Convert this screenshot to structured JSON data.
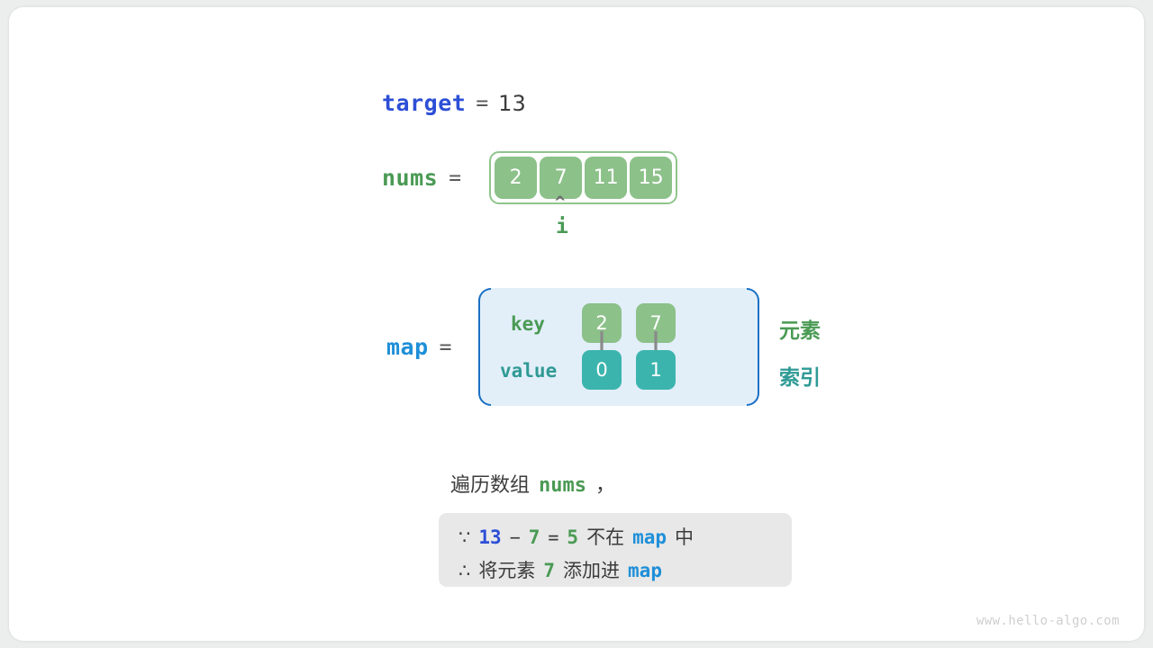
{
  "target": {
    "label": "target",
    "equals": "=",
    "value": "13"
  },
  "nums": {
    "label": "nums",
    "equals": "=",
    "cells": [
      "2",
      "7",
      "11",
      "15"
    ]
  },
  "pointer": {
    "caret": "^",
    "label": "i",
    "at_index": 1
  },
  "map": {
    "label": "map",
    "equals": "=",
    "key_row_label": "key",
    "value_row_label": "value",
    "entries": [
      {
        "key": "2",
        "value": "0"
      },
      {
        "key": "7",
        "value": "1"
      }
    ],
    "legend_key": "元素",
    "legend_value": "索引"
  },
  "caption": {
    "text_before": "遍历数组",
    "code": "nums",
    "text_after": "，"
  },
  "note": {
    "line1": {
      "symbol": "∵",
      "a": "13",
      "operator": "−",
      "b": "7",
      "equals": "=",
      "result": "5",
      "text_mid": "不在",
      "target": "map",
      "text_end": "中"
    },
    "line2": {
      "symbol": "∴",
      "text_before": "将元素",
      "element": "7",
      "text_mid": "添加进",
      "target": "map"
    }
  },
  "watermark": "www.hello-algo.com",
  "colors": {
    "blue_strong": "#2d4fd6",
    "blue_light": "#1f8fd8",
    "green": "#4a9a54",
    "green_cell": "#8cc189",
    "teal": "#2f9a95",
    "teal_cell": "#3cb4ae",
    "map_bg": "#e2eff9",
    "note_bg": "#e8e8e8",
    "gray_text": "#3c3c3c"
  }
}
